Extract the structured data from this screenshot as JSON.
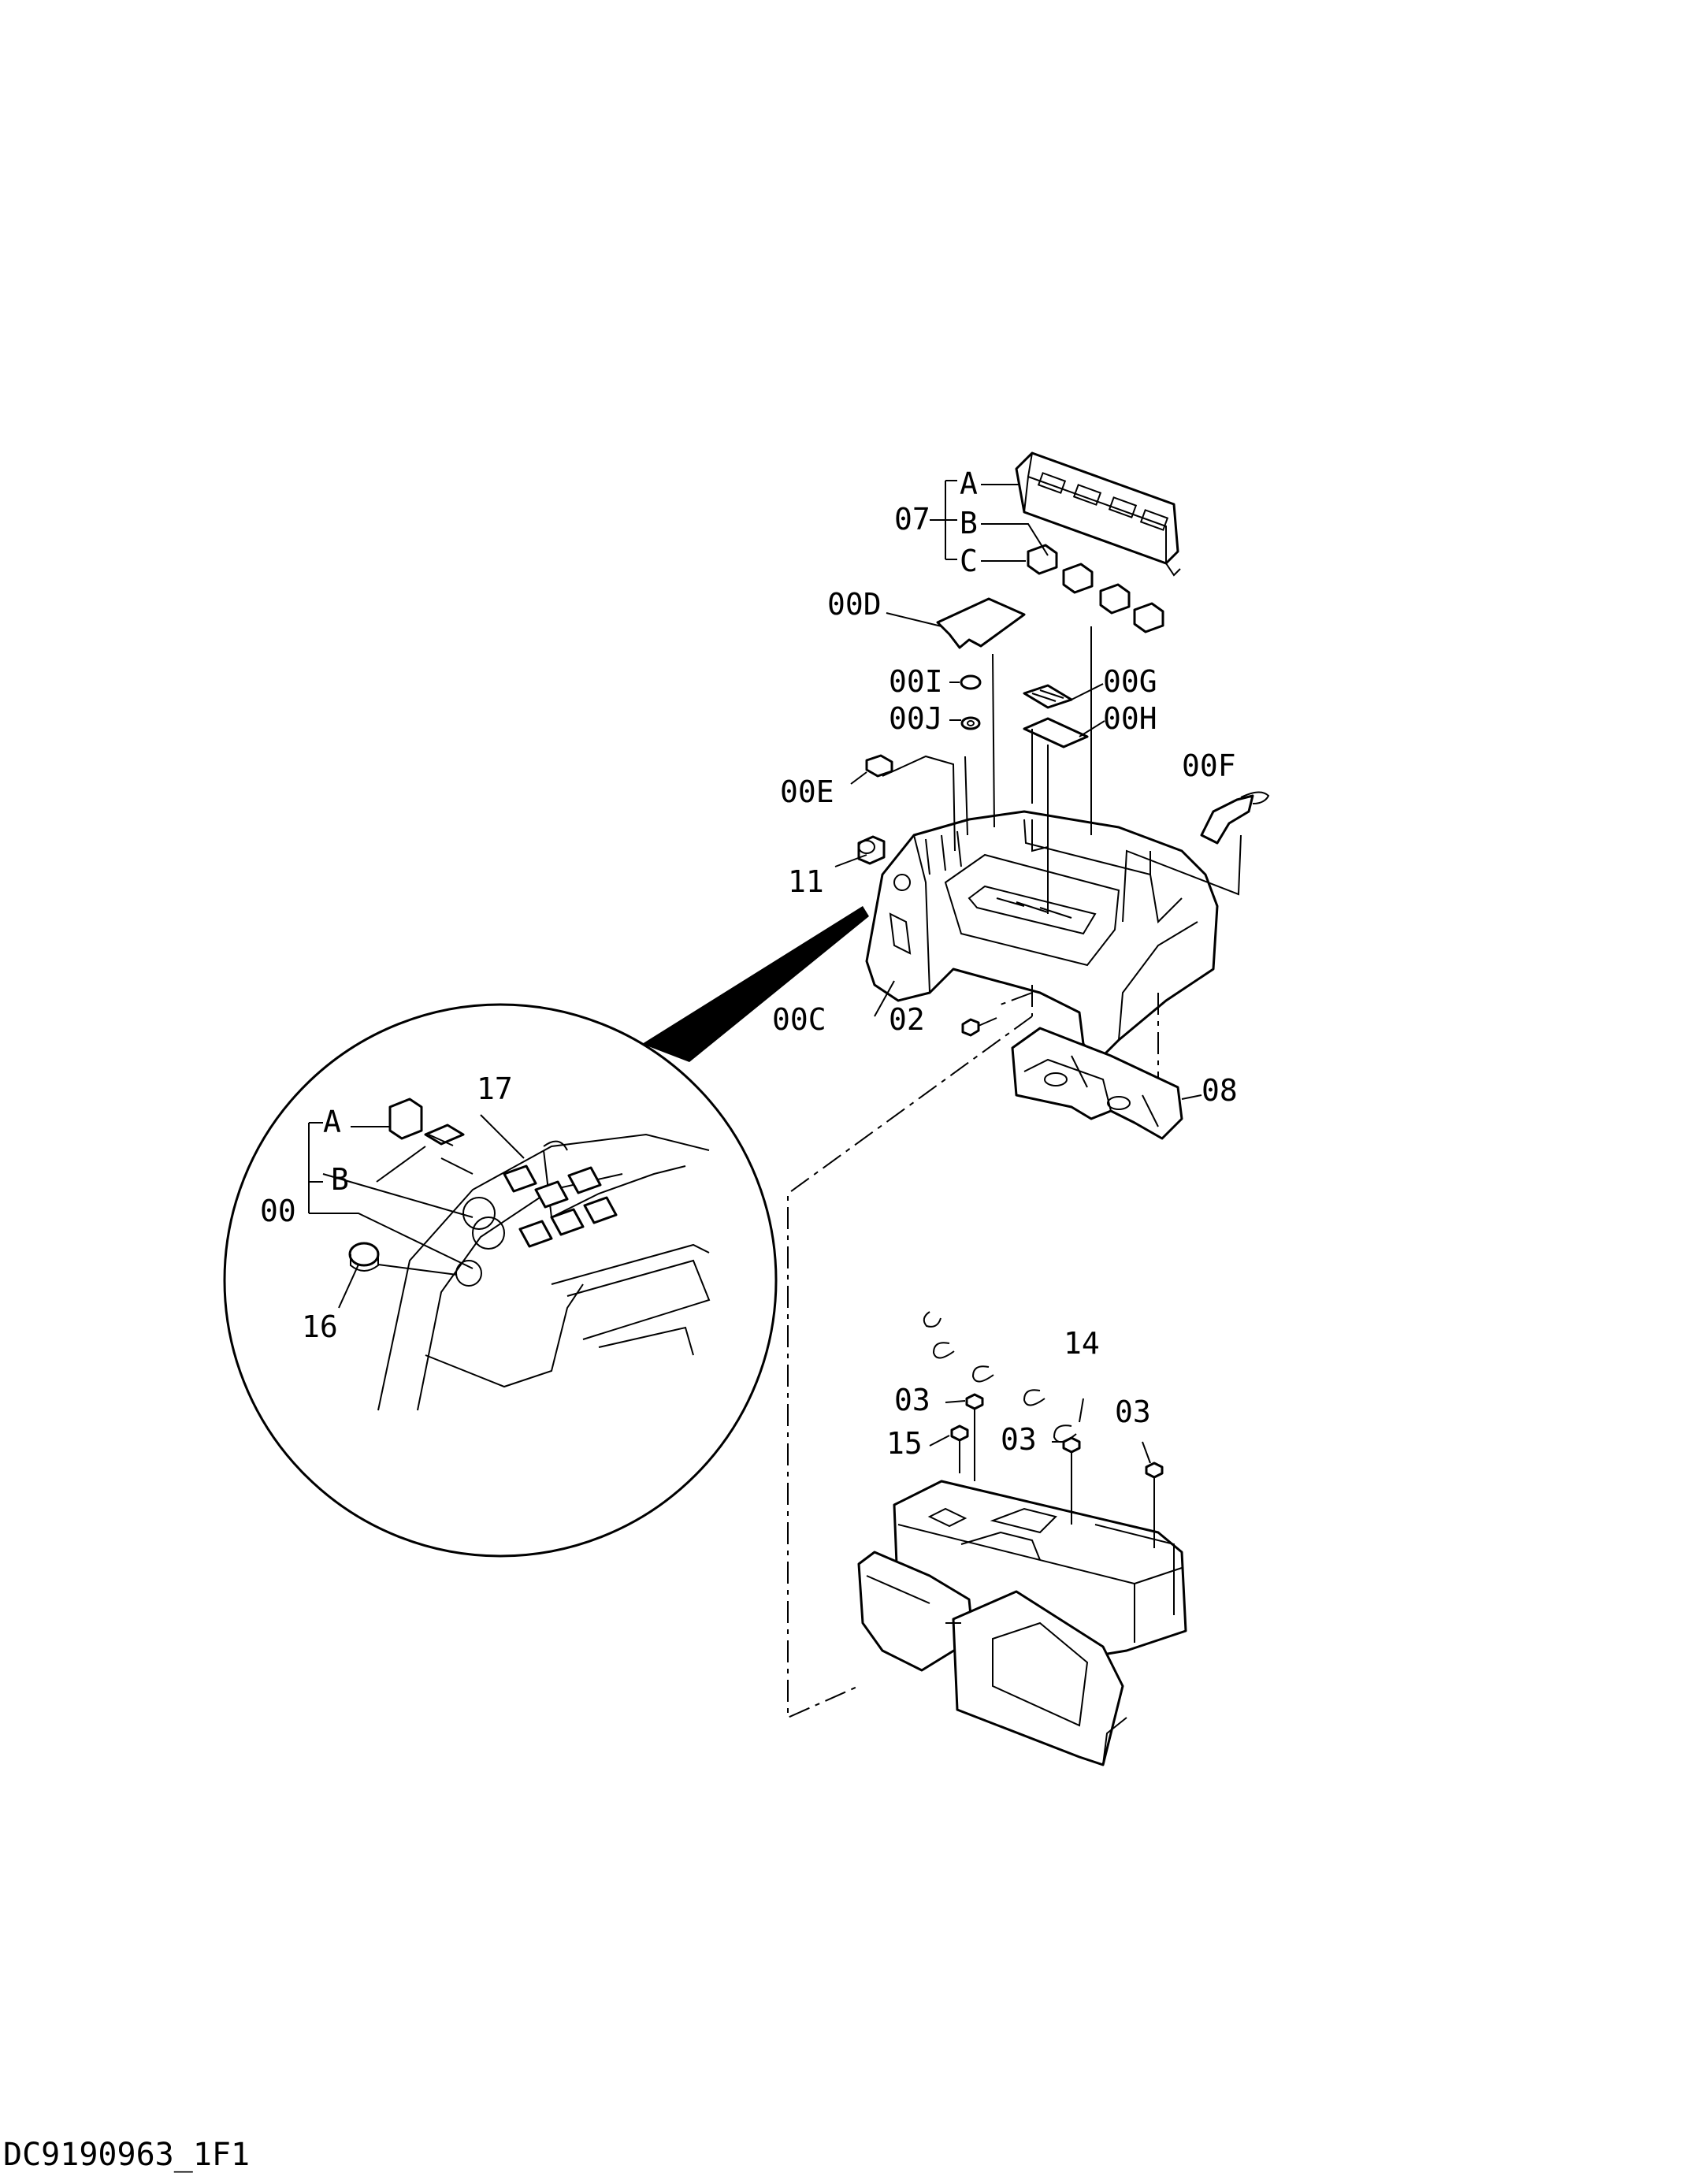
{
  "document_id": "DC9190963_1F1",
  "callouts": {
    "c07": "07",
    "c07A": "A",
    "c07B": "B",
    "c07C": "C",
    "c00D": "00D",
    "c00I": "00I",
    "c00J": "00J",
    "c00G": "00G",
    "c00H": "00H",
    "c00E": "00E",
    "c00F": "00F",
    "c11": "11",
    "c00C": "00C",
    "c02": "02",
    "c08": "08",
    "c17": "17",
    "cA": "A",
    "cB": "B",
    "c00": "00",
    "c16": "16",
    "c14": "14",
    "c03a": "03",
    "c15": "15",
    "c03b": "03",
    "c03c": "03"
  }
}
